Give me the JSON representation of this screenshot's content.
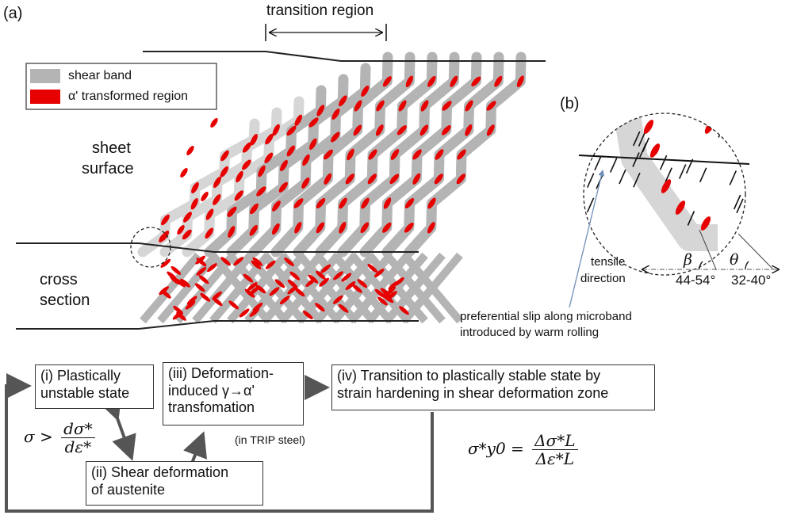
{
  "panel_a": {
    "label": "(a)",
    "transition_region": "transition region",
    "legend": {
      "shear_band": "shear band",
      "transformed": "α' transformed region"
    },
    "sheet_surface": [
      "sheet",
      "surface"
    ],
    "cross_section": [
      "cross",
      "section"
    ]
  },
  "panel_b": {
    "label": "(b)",
    "tensile_direction": [
      "tensile",
      "direction"
    ],
    "beta": "β",
    "theta": "θ",
    "angle_beta": "44-54°",
    "angle_theta": "32-40°",
    "note": [
      "preferential slip along microband",
      "introduced by warm rolling"
    ]
  },
  "flow": {
    "box1": [
      "(i) Plastically",
      "unstable state"
    ],
    "box2": [
      "(ii) Shear deformation",
      "of austenite"
    ],
    "box3": [
      "(iii) Deformation-",
      "induced γ→α'",
      "transfomation"
    ],
    "box3_note": "(in TRIP steel)",
    "box4": [
      "(iv) Transition to plastically stable state by",
      "strain hardening in shear deformation zone"
    ],
    "eq1": {
      "lhs": "σ >",
      "num": "dσ*",
      "den": "dε*"
    },
    "eq2": {
      "lhs": "σ*y0 =",
      "num": "Δσ*L",
      "den": "Δε*L"
    }
  },
  "colors": {
    "band": "#b4b4b4",
    "band_light": "#d6d6d6",
    "red": "#e60000",
    "line": "#222222",
    "arrow": "#555555"
  }
}
